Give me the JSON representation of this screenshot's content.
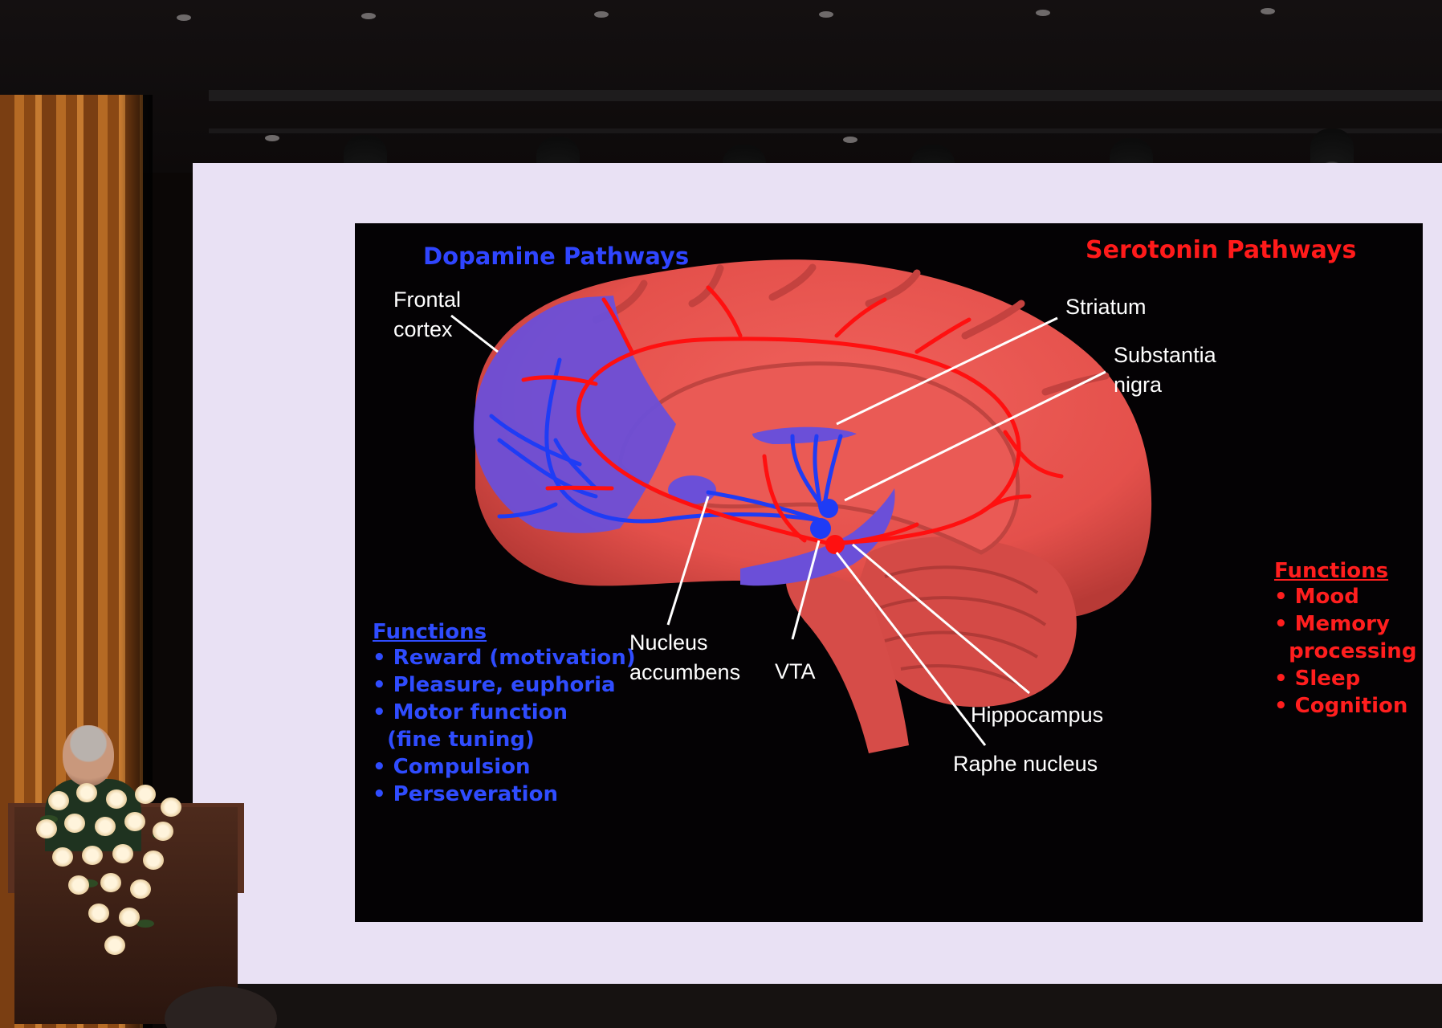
{
  "slide": {
    "dopamine_title": "Dopamine Pathways",
    "serotonin_title": "Serotonin Pathways",
    "labels": {
      "frontal_cortex_1": "Frontal",
      "frontal_cortex_2": "cortex",
      "striatum": "Striatum",
      "substantia_nigra_1": "Substantia",
      "substantia_nigra_2": "nigra",
      "nucleus_accumbens_1": "Nucleus",
      "nucleus_accumbens_2": "accumbens",
      "vta": "VTA",
      "hippocampus": "Hippocampus",
      "raphe_nucleus": "Raphe nucleus"
    },
    "dopamine_functions": {
      "heading": "Functions",
      "items": [
        "• Reward (motivation)",
        "• Pleasure, euphoria",
        "• Motor function",
        "  (fine tuning)",
        "• Compulsion",
        "• Perseveration"
      ]
    },
    "serotonin_functions": {
      "heading": "Functions",
      "items": [
        "• Mood",
        "• Memory",
        "  processing",
        "• Sleep",
        "• Cognition"
      ]
    }
  },
  "colors": {
    "dopamine": "#2f45ff",
    "serotonin": "#ff1a1a",
    "brain": "#e8524f",
    "frontal_region": "#6b4fd8",
    "slide_background": "#040204",
    "screen_background": "#e9e1f4"
  }
}
